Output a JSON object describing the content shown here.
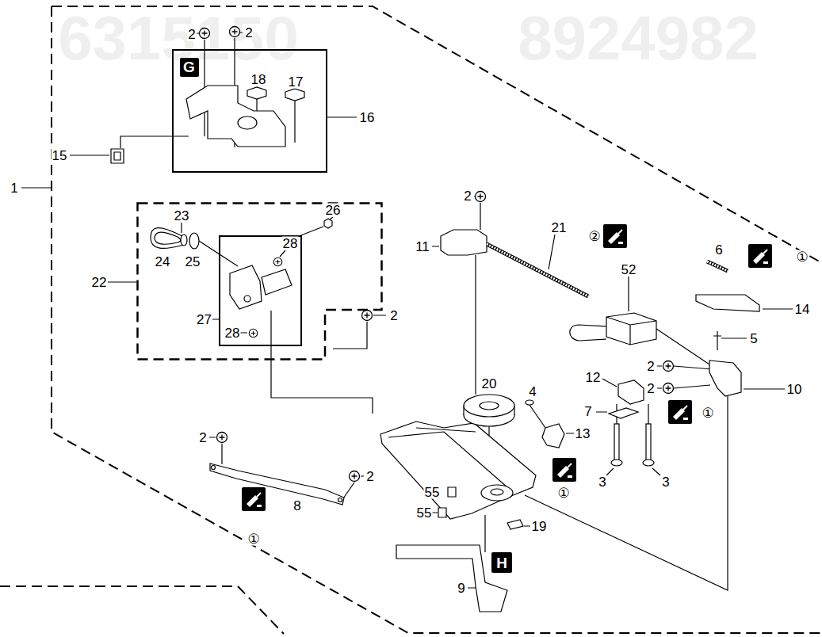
{
  "diagram": {
    "nodes": [
      {
        "text": [
          "16"
        ]
      },
      {
        "text": [
          "G"
        ],
        "in": 0
      },
      {
        "text": [
          "22"
        ]
      },
      {
        "text": [
          "27"
        ],
        "in": 2
      },
      {
        "text": [
          "H"
        ]
      }
    ],
    "labels": [
      "6315150",
      "8924982",
      "2",
      "2",
      "18",
      "17",
      "15",
      "1",
      "2",
      "23",
      "26",
      "11",
      "21",
      "②",
      "6",
      "①",
      "28",
      "24",
      "25",
      "52",
      "14",
      "2",
      "28",
      "5",
      "2",
      "12",
      "20",
      "10",
      "2",
      "4",
      "7",
      "①",
      "13",
      "2",
      "2",
      "3",
      "3",
      "①",
      "55",
      "8",
      "55",
      "19",
      "①",
      "9"
    ]
  }
}
